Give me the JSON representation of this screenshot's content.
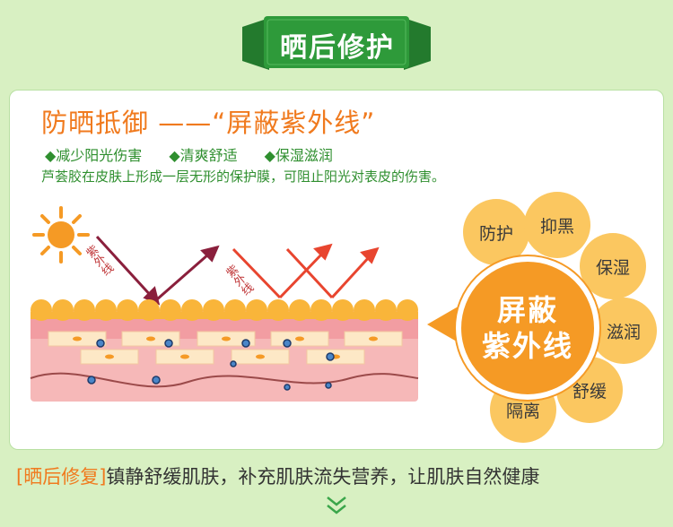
{
  "banner": {
    "title": "晒后修护"
  },
  "section": {
    "title": "防晒抵御 ——“屏蔽紫外线”",
    "bullets": [
      "◆减少阳光伤害",
      "◆清爽舒适",
      "◆保湿滋润"
    ],
    "description": "芦荟胶在皮肤上形成一层无形的保护膜，可阻止阳光对表皮的伤害。"
  },
  "diagram": {
    "uv_label_1": "紫外线",
    "uv_label_2": "紫外线"
  },
  "flower": {
    "center_line1": "屏蔽",
    "center_line2": "紫外线",
    "petals": [
      "防护",
      "抑黑",
      "保湿",
      "滋润",
      "舒缓",
      "隔离"
    ]
  },
  "footer": {
    "tag": "[晒后修复]",
    "text": "镇静舒缓肌肤，补充肌肤流失营养，让肌肤自然健康"
  },
  "colors": {
    "background": "#d8f0c2",
    "banner_green": "#2e9a3a",
    "title_orange": "#f07a1e",
    "bullet_green": "#2f8f2f",
    "petal": "#fbc760",
    "core": "#f59a25"
  }
}
